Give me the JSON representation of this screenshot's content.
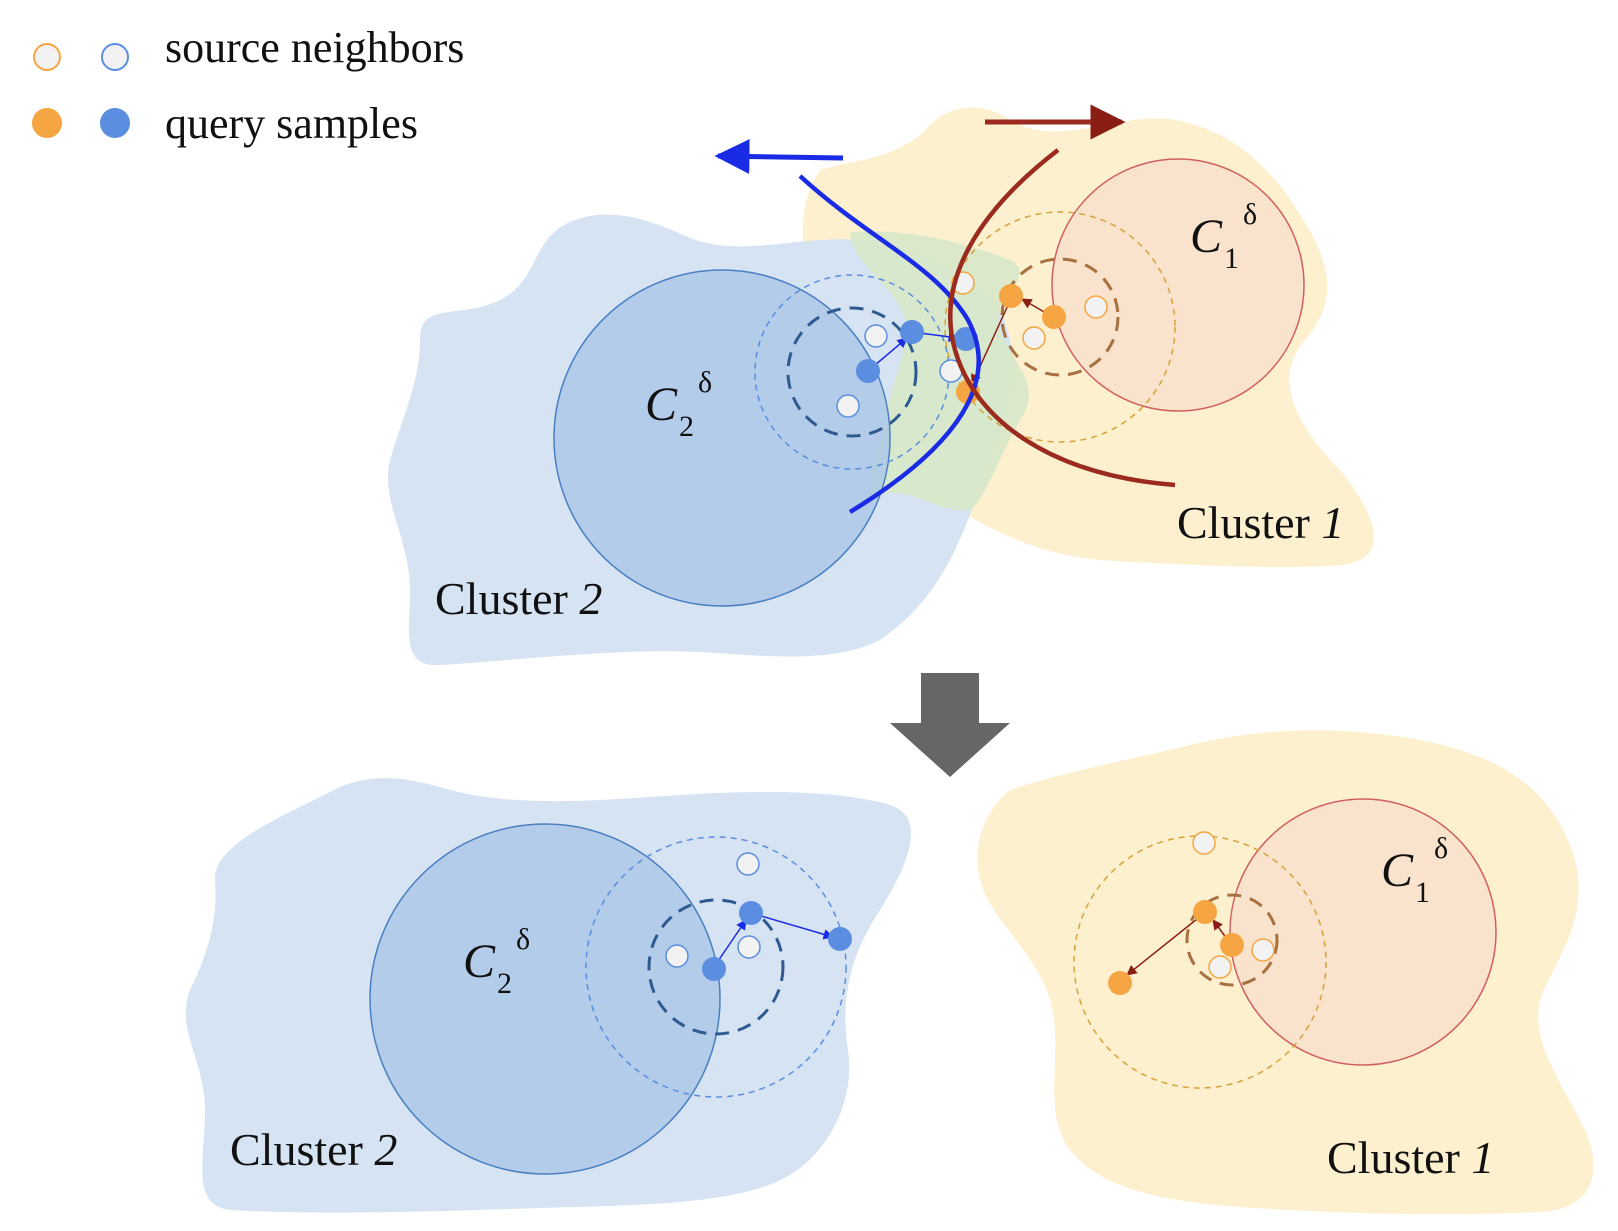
{
  "legend": {
    "source_neighbors": "source neighbors",
    "query_samples": "query samples"
  },
  "top": {
    "cluster1": {
      "word": "Cluster",
      "num": "1"
    },
    "cluster2": {
      "word": "Cluster",
      "num": "2"
    },
    "c1": {
      "letter": "C",
      "sub": "1",
      "sup": "δ"
    },
    "c2": {
      "letter": "C",
      "sub": "2",
      "sup": "δ"
    }
  },
  "bottom": {
    "cluster1": {
      "word": "Cluster",
      "num": "1"
    },
    "cluster2": {
      "word": "Cluster",
      "num": "2"
    },
    "c1": {
      "letter": "C",
      "sub": "1",
      "sup": "δ"
    },
    "c2": {
      "letter": "C",
      "sub": "2",
      "sup": "δ"
    }
  },
  "colors": {
    "blue_region": "#d6e3f3",
    "yellow_region": "#fdf0cf",
    "green_region": "#d7e8c9",
    "blue_core": "#adc8e6",
    "orange_core": "#f9e0cb",
    "blue_point": "#5b8ee0",
    "orange_point": "#f5a542",
    "blue_boundary": "#1a2be6",
    "red_boundary": "#9b2a1f",
    "transition_arrow": "#666666"
  }
}
